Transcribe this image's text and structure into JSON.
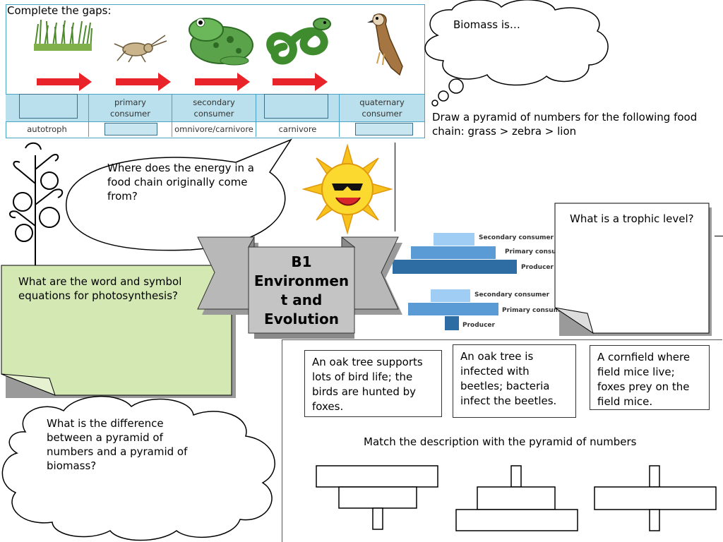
{
  "food_chain": {
    "title": "Complete the gaps:",
    "consumer_labels": [
      "",
      "primary\nconsumer",
      "secondary\nconsumer",
      "",
      "quaternary\nconsumer"
    ],
    "diet_labels": [
      "autotroph",
      "",
      "omnivore/carnivore",
      "carnivore",
      ""
    ]
  },
  "biomass_cloud": {
    "text": "Biomass is…"
  },
  "pyramid_task": {
    "text": "Draw a pyramid of numbers for the following food chain: grass > zebra > lion"
  },
  "energy_bubble": {
    "text": "Where does the energy in a food chain originally come from?"
  },
  "trophic_note": {
    "text": "What is a trophic level?"
  },
  "photosynthesis_note": {
    "text": "What are the word and symbol equations for photosynthesis?"
  },
  "banner": {
    "title": "B1 Environmen t and Evolution",
    "line1": "B1",
    "line2": "Environmen",
    "line3": "t and",
    "line4": "Evolution"
  },
  "difference_cloud": {
    "text": "What is the difference between a pyramid of numbers and a pyramid of biomass?"
  },
  "pyramid_diagrams": {
    "top": [
      "Secondary consumer",
      "Primary consumer",
      "Producer"
    ],
    "bottom": [
      "Secondary consumer",
      "Primary consumer",
      "Producer"
    ]
  },
  "match_section": {
    "desc1": "An oak tree supports lots of bird life; the birds are hunted by foxes.",
    "desc2": "An oak tree is infected with beetles; bacteria infect the beetles.",
    "desc3": "A cornfield where field mice live; foxes prey on the field mice.",
    "instruction": "Match the description with the pyramid of numbers"
  },
  "colors": {
    "table_border": "#4aa3c4",
    "table_fill": "#b9e0ec",
    "arrow": "#e8232a",
    "note_green": "#d4e8b4",
    "banner_grey": "#b0b0b0",
    "pyramid_dark": "#2e6ca4",
    "pyramid_mid": "#5b9bd5",
    "pyramid_light": "#9fcdf4"
  }
}
